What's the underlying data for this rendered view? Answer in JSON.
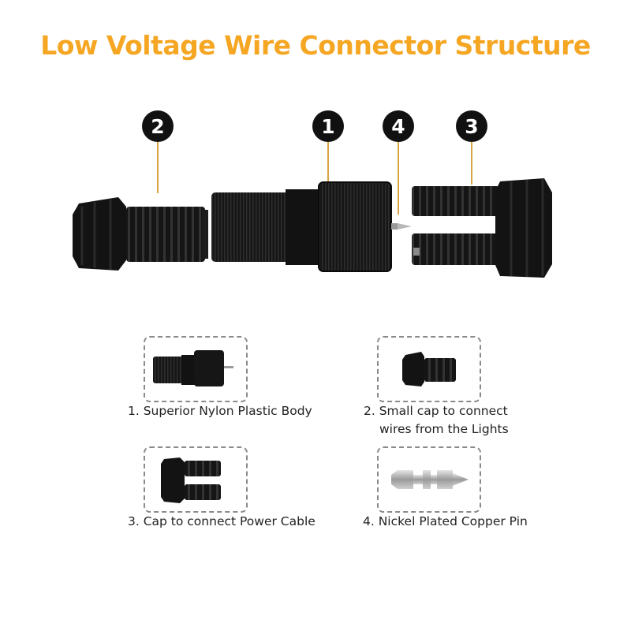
{
  "title": "Low Voltage Wire Connector Structure",
  "colors": {
    "title": "#f5a623",
    "leader_line": "#d9a441",
    "marker_fill": "#111111",
    "marker_text": "#ffffff",
    "part": "#141414"
  },
  "markers": [
    "2",
    "1",
    "4",
    "3"
  ],
  "captions": {
    "body": "1. Superior Nylon Plastic Body",
    "small_cap_line1": "2. Small cap to connect",
    "small_cap_line2": "wires from the Lights",
    "power_cap": "3. Cap to connect Power Cable",
    "pin": "4. Nickel Plated Copper Pin"
  }
}
